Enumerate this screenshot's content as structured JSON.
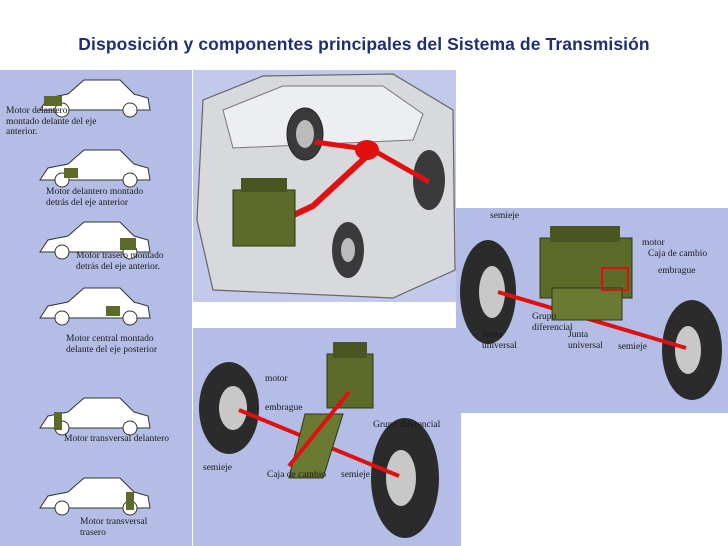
{
  "title": "Disposición y componentes principales  del Sistema de Transmisión",
  "left_panel": {
    "labels": [
      "Motor delantero\nmontado delante del eje\nanterior.",
      "Motor delantero montado\ndetrás del eje anterior",
      "Motor trasero montado\ndetrás del eje anterior.",
      "Motor central montado\ndelante del eje posterior",
      "Motor transversal delantero",
      "Motor transversal\ntrasero"
    ]
  },
  "right_panel": {
    "labels": {
      "semieje": "semieje",
      "motor": "motor",
      "caja": "Caja de cambio",
      "embrague": "embrague",
      "grupo": "Grupo\ndiferencial",
      "junta1": "Junta\nuniversal",
      "junta2": "Junta\nuniversal",
      "semieje2": "semieje"
    }
  },
  "bottom_panel": {
    "labels": {
      "motor": "motor",
      "embrague": "embrague",
      "grupo": "Grupo diferencial",
      "semieje_left": "semieje",
      "caja": "Caja de cambio",
      "semieje_right": "semieje"
    }
  },
  "colors": {
    "title": "#1f2f6f",
    "panel": "#b4bde6",
    "transmission": "#e01010",
    "engine": "#5c6b2a"
  }
}
